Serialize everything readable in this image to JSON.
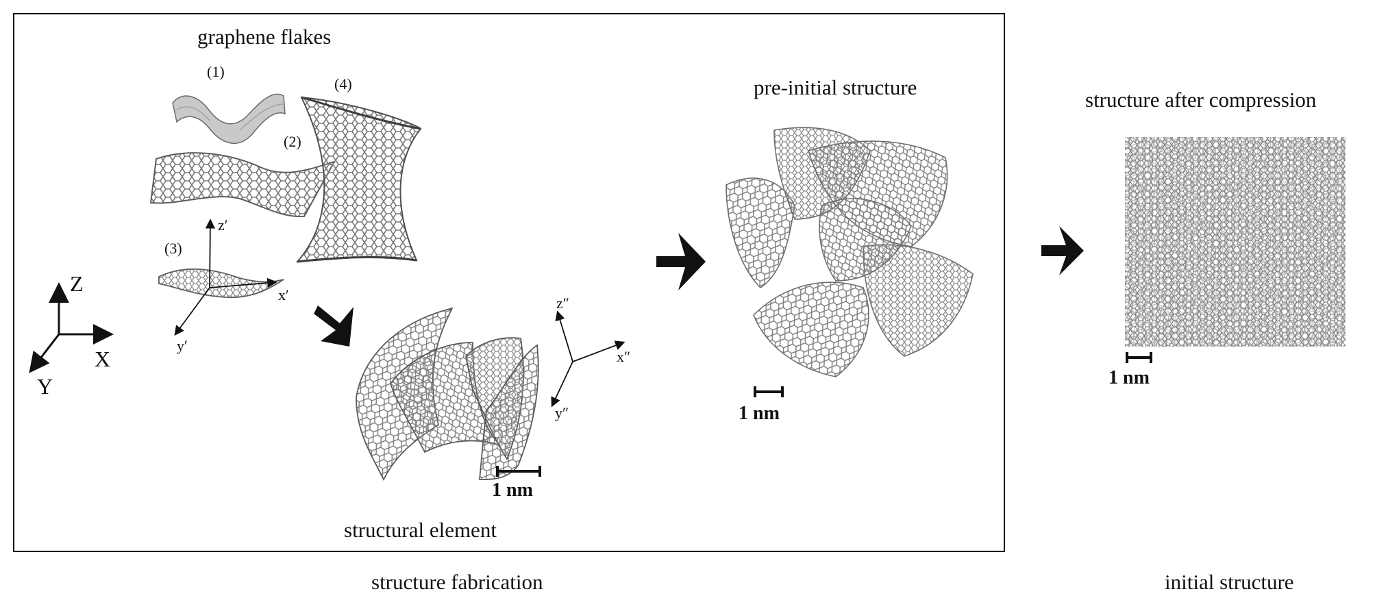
{
  "labels": {
    "graphene_flakes": "graphene flakes",
    "flake_1": "(1)",
    "flake_2": "(2)",
    "flake_3": "(3)",
    "flake_4": "(4)",
    "structural_element": "structural element",
    "pre_initial": "pre-initial structure",
    "after_compression": "structure after compression",
    "structure_fabrication": "structure fabrication",
    "initial_structure": "initial structure"
  },
  "axes": {
    "global": {
      "x": "X",
      "y": "Y",
      "z": "Z"
    },
    "prime": {
      "x": "x′",
      "y": "y′",
      "z": "z′"
    },
    "double_prime": {
      "x": "x″",
      "y": "y″",
      "z": "z″"
    }
  },
  "scale_bars": {
    "element": "1 nm",
    "pre_initial": "1 nm",
    "initial": "1 nm"
  },
  "colors": {
    "line": "#111111",
    "mesh": "#8a8a8a",
    "mesh_light": "#b5b5b5"
  }
}
